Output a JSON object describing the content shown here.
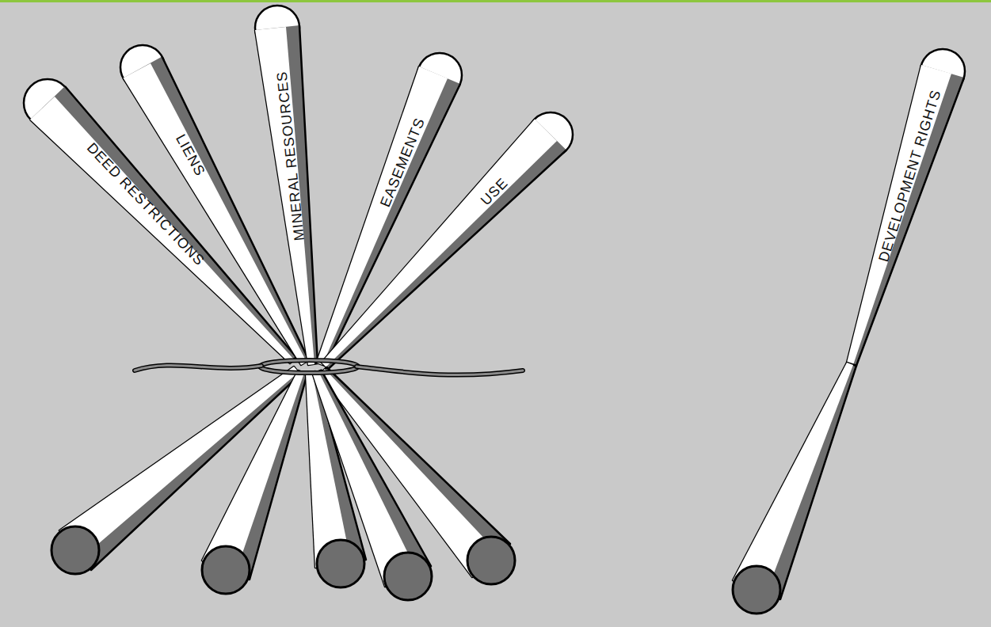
{
  "diagram": {
    "labels": [
      "DEED RESTRICTIONS",
      "LIENS",
      "MINERAL RESOURCES",
      "EASEMENTS",
      "USE",
      "DEVELOPMENT RIGHTS"
    ]
  }
}
